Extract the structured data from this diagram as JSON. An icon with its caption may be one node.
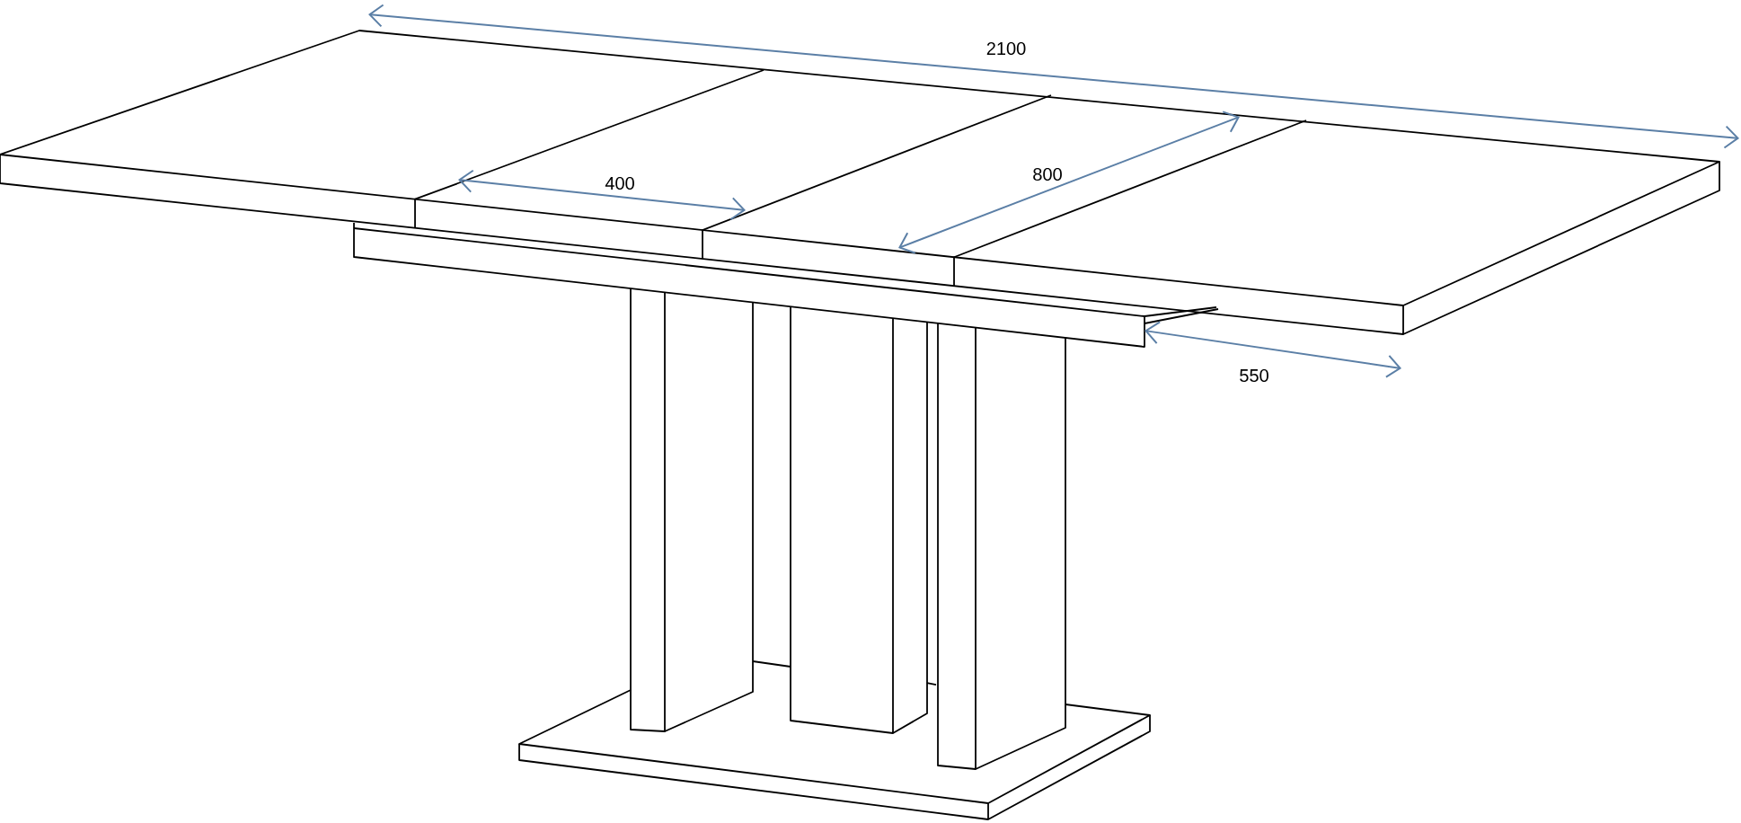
{
  "diagram": {
    "labels": [
      "2100",
      "400",
      "800",
      "550"
    ]
  }
}
